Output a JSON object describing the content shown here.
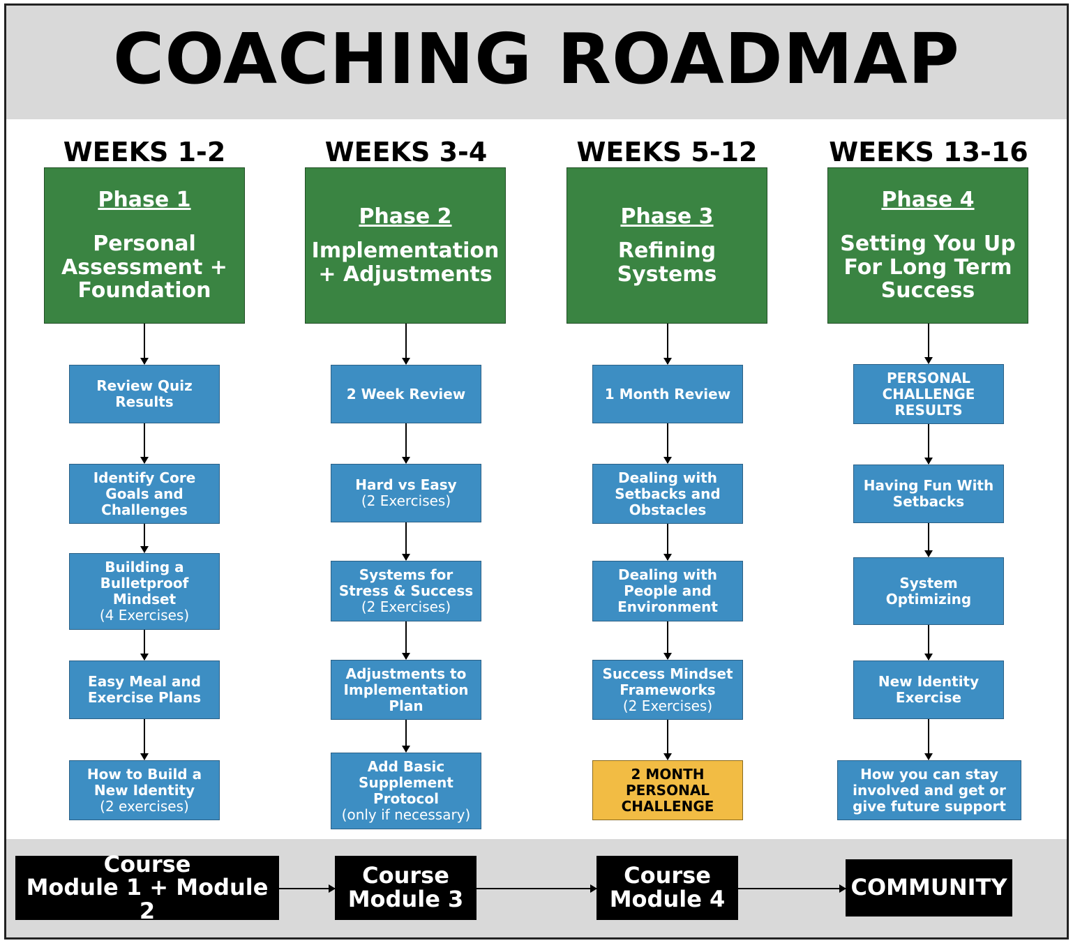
{
  "title": "COACHING ROADMAP",
  "colors": {
    "phase_green": "#3a8442",
    "step_blue": "#3d8ec3",
    "highlight_yellow": "#f2bc44",
    "band_gray": "#d9d9d9",
    "course_black": "#000000"
  },
  "columns": [
    {
      "weeks": "WEEKS 1-2",
      "phase_label": "Phase 1",
      "phase_name": "Personal Assessment + Foundation",
      "steps": [
        {
          "main": "Review Quiz Results",
          "sub": ""
        },
        {
          "main": "Identify Core Goals and Challenges",
          "sub": ""
        },
        {
          "main": "Building a Bulletproof Mindset",
          "sub": "(4 Exercises)"
        },
        {
          "main": "Easy Meal and Exercise Plans",
          "sub": ""
        },
        {
          "main": "How to Build a New Identity",
          "sub": "(2 exercises)"
        }
      ]
    },
    {
      "weeks": "WEEKS 3-4",
      "phase_label": "Phase 2",
      "phase_name": "Implementation + Adjustments",
      "steps": [
        {
          "main": "2 Week Review",
          "sub": ""
        },
        {
          "main": "Hard vs Easy",
          "sub": "(2 Exercises)"
        },
        {
          "main": "Systems for Stress & Success",
          "sub": "(2 Exercises)"
        },
        {
          "main": "Adjustments to Implementation Plan",
          "sub": ""
        },
        {
          "main": "Add Basic Supplement Protocol",
          "sub": "(only if necessary)"
        }
      ]
    },
    {
      "weeks": "WEEKS 5-12",
      "phase_label": "Phase 3",
      "phase_name": "Refining Systems",
      "steps": [
        {
          "main": "1 Month Review",
          "sub": ""
        },
        {
          "main": "Dealing with Setbacks and Obstacles",
          "sub": ""
        },
        {
          "main": "Dealing with People and Environment",
          "sub": ""
        },
        {
          "main": "Success Mindset Frameworks",
          "sub": "(2 Exercises)"
        },
        {
          "main": "2 MONTH PERSONAL CHALLENGE",
          "sub": "",
          "highlight": true
        }
      ]
    },
    {
      "weeks": "WEEKS 13-16",
      "phase_label": "Phase 4",
      "phase_name": "Setting You Up For Long Term Success",
      "steps": [
        {
          "main": "PERSONAL CHALLENGE RESULTS",
          "sub": ""
        },
        {
          "main": "Having Fun With Setbacks",
          "sub": ""
        },
        {
          "main": "System Optimizing",
          "sub": ""
        },
        {
          "main": "New Identity Exercise",
          "sub": ""
        },
        {
          "main": "How you can stay involved and get or give future support",
          "sub": ""
        }
      ]
    }
  ],
  "courses": [
    {
      "line1": "Course",
      "line2": "Module 1 +  Module 2"
    },
    {
      "line1": "Course",
      "line2": "Module 3"
    },
    {
      "line1": "Course",
      "line2": "Module 4"
    },
    {
      "line1": "COMMUNITY",
      "line2": ""
    }
  ]
}
